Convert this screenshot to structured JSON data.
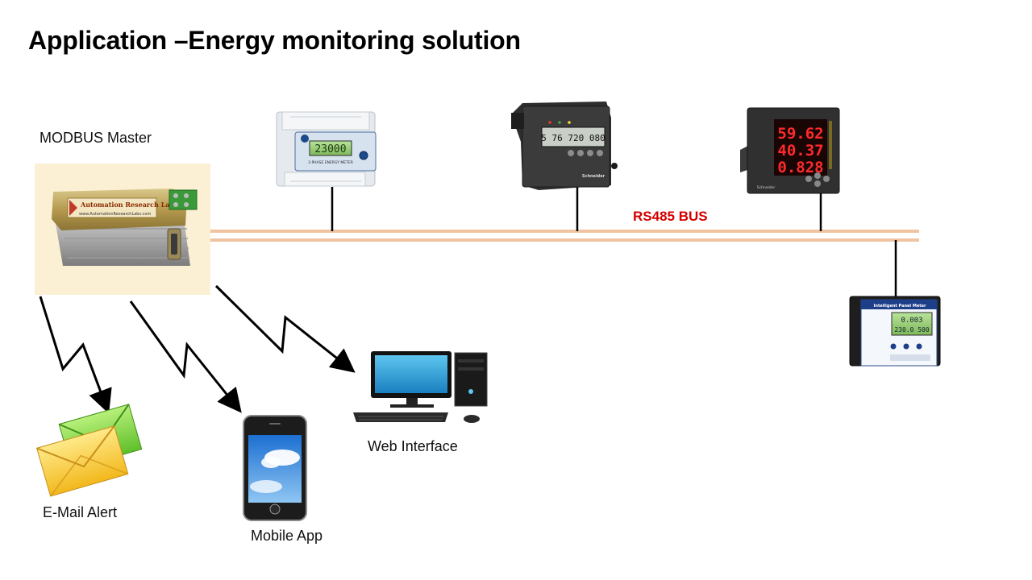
{
  "slide": {
    "title": "Application –Energy monitoring solution"
  },
  "master": {
    "label": "MODBUS Master",
    "brand_text": "Automation Research Labs",
    "brand_url": "www.AutomationResearchLabs.com"
  },
  "bus": {
    "label": "RS485 BUS",
    "color": "#f0c4a0",
    "label_color": "#d40000"
  },
  "meters": [
    {
      "id": "meter-1",
      "display": "23000",
      "caption": "3 PHASE ENERGY METER"
    },
    {
      "id": "meter-2",
      "display_top": "5 76  720  080",
      "brand": "Schneider"
    },
    {
      "id": "meter-3",
      "rows": [
        "59.62",
        "40.37",
        "0.828"
      ],
      "brand": "Schneider"
    },
    {
      "id": "meter-4",
      "rows": [
        "0.003",
        "230.0  500"
      ],
      "caption": "Intelligent Panel Meter"
    }
  ],
  "outputs": {
    "email": "E-Mail Alert",
    "mobile": "Mobile App",
    "web": "Web Interface"
  }
}
